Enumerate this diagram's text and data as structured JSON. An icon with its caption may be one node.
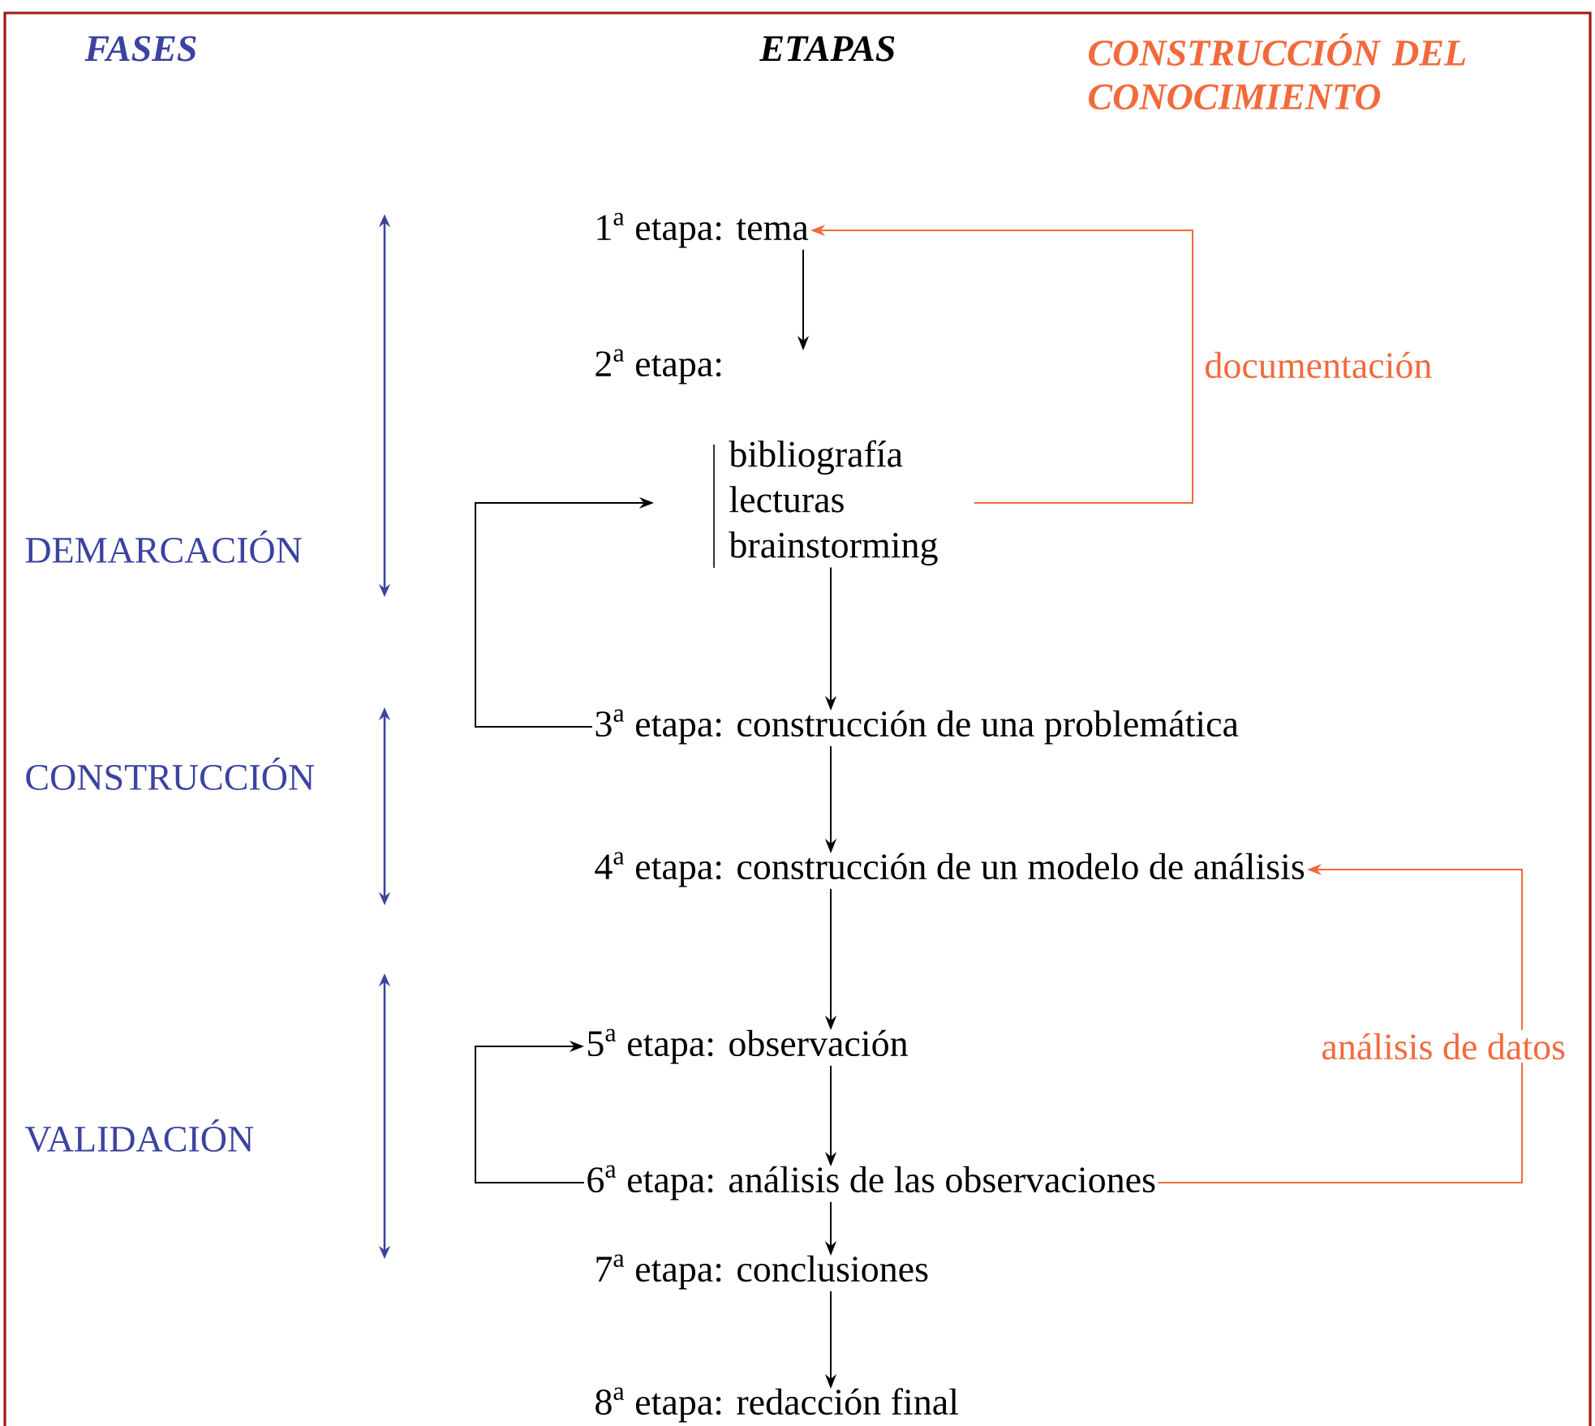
{
  "diagram": {
    "nodes": [
      {
        "text": [
          "1$^{a}$ etapa: tema"
        ]
      },
      {
        "text": [
          "2$^{a}$ etapa:"
        ]
      },
      {
        "text": [
          "bibliografía lecturas brainstorming"
        ]
      },
      {
        "text": [
          "3$^{a}$ etapa: construcción de una problemática"
        ]
      },
      {
        "text": [
          "4$^{a}$ etapa: construcción de un modelo de análisis"
        ]
      },
      {
        "text": [
          "5$^{a}$ etapa: observación"
        ]
      },
      {
        "text": [
          "6$^{a}$ etapa: análisis de las observaciones"
        ]
      },
      {
        "text": [
          "7$^{a}$ etapa: conclusiones"
        ]
      },
      {
        "text": [
          "8$^{a}$ etapa: redacción final"
        ]
      }
    ],
    "edges": [
      {
        "from": 0,
        "to": 1,
        "arrow": "to"
      },
      {
        "from": 2,
        "to": 3,
        "arrow": "to"
      },
      {
        "from": 3,
        "to": 2,
        "arrow": "to"
      },
      {
        "from": 3,
        "to": 4,
        "arrow": "to"
      },
      {
        "from": 4,
        "to": 5,
        "arrow": "to"
      },
      {
        "from": 5,
        "to": 6,
        "arrow": "to"
      },
      {
        "from": 6,
        "to": 5,
        "arrow": "to"
      },
      {
        "from": 6,
        "to": 7,
        "arrow": "to"
      },
      {
        "from": 7,
        "to": 8,
        "arrow": "to"
      },
      {
        "from": 2,
        "to": 0,
        "arrow": "to",
        "label": "documentación",
        "color": "#f26a3c"
      },
      {
        "from": 6,
        "to": 4,
        "arrow": "to",
        "label": "análisis de datos",
        "color": "#f26a3c"
      }
    ],
    "labels": [
      "FASES",
      "ETAPAS",
      "CONSTRUCCIÓN DEL CONOCIMIENTO",
      "DEMARCACIÓN",
      "CONSTRUCCIÓN",
      "VALIDACIÓN"
    ]
  }
}
